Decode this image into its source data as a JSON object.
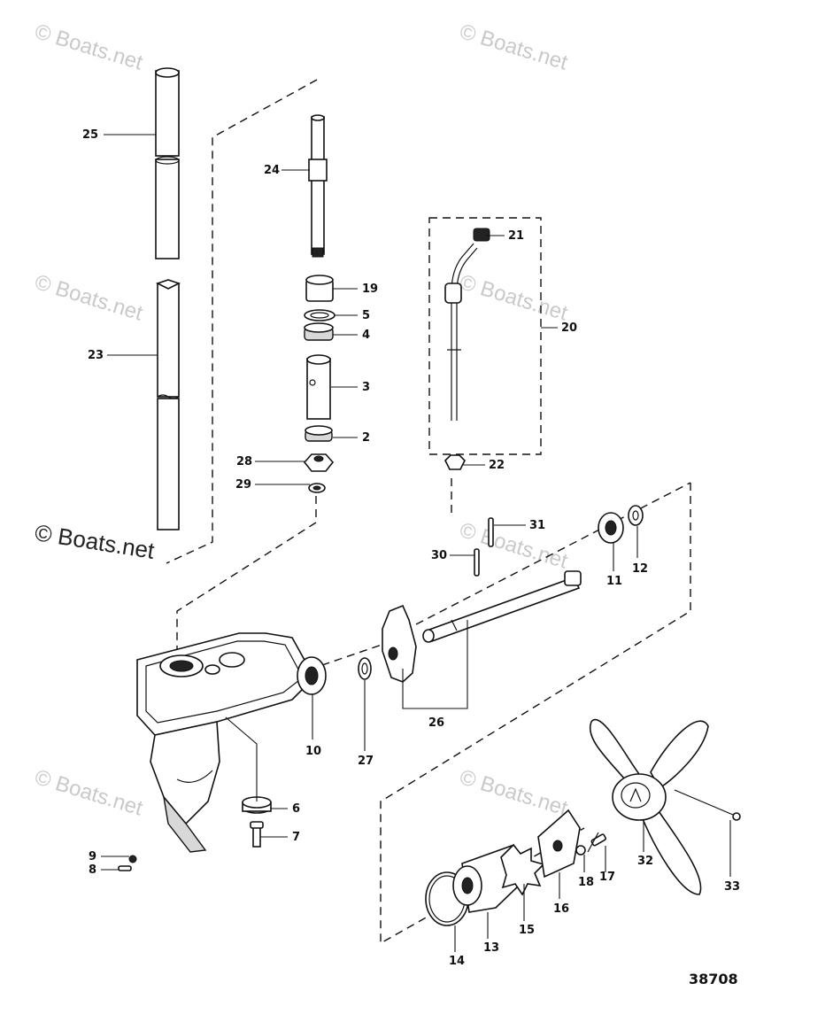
{
  "watermarks": [
    "© Boats.net",
    "© Boats.net",
    "© Boats.net",
    "© Boats.net",
    "© Boats.net",
    "© Boats.net",
    "© Boats.net",
    "© Boats.net"
  ],
  "watermark_main": "© Boats.net",
  "callouts": {
    "p25": "25",
    "p24": "24",
    "p21": "21",
    "p19": "19",
    "p5": "5",
    "p4": "4",
    "p20": "20",
    "p23": "23",
    "p3": "3",
    "p2": "2",
    "p28": "28",
    "p22": "22",
    "p29": "29",
    "p31": "31",
    "p30": "30",
    "p11": "11",
    "p12": "12",
    "p26": "26",
    "p10": "10",
    "p27": "27",
    "p6": "6",
    "p7": "7",
    "p9": "9",
    "p8": "8",
    "p32": "32",
    "p33": "33",
    "p18": "18",
    "p17": "17",
    "p16": "16",
    "p15": "15",
    "p13": "13",
    "p14": "14"
  },
  "drawing_number": "38708"
}
